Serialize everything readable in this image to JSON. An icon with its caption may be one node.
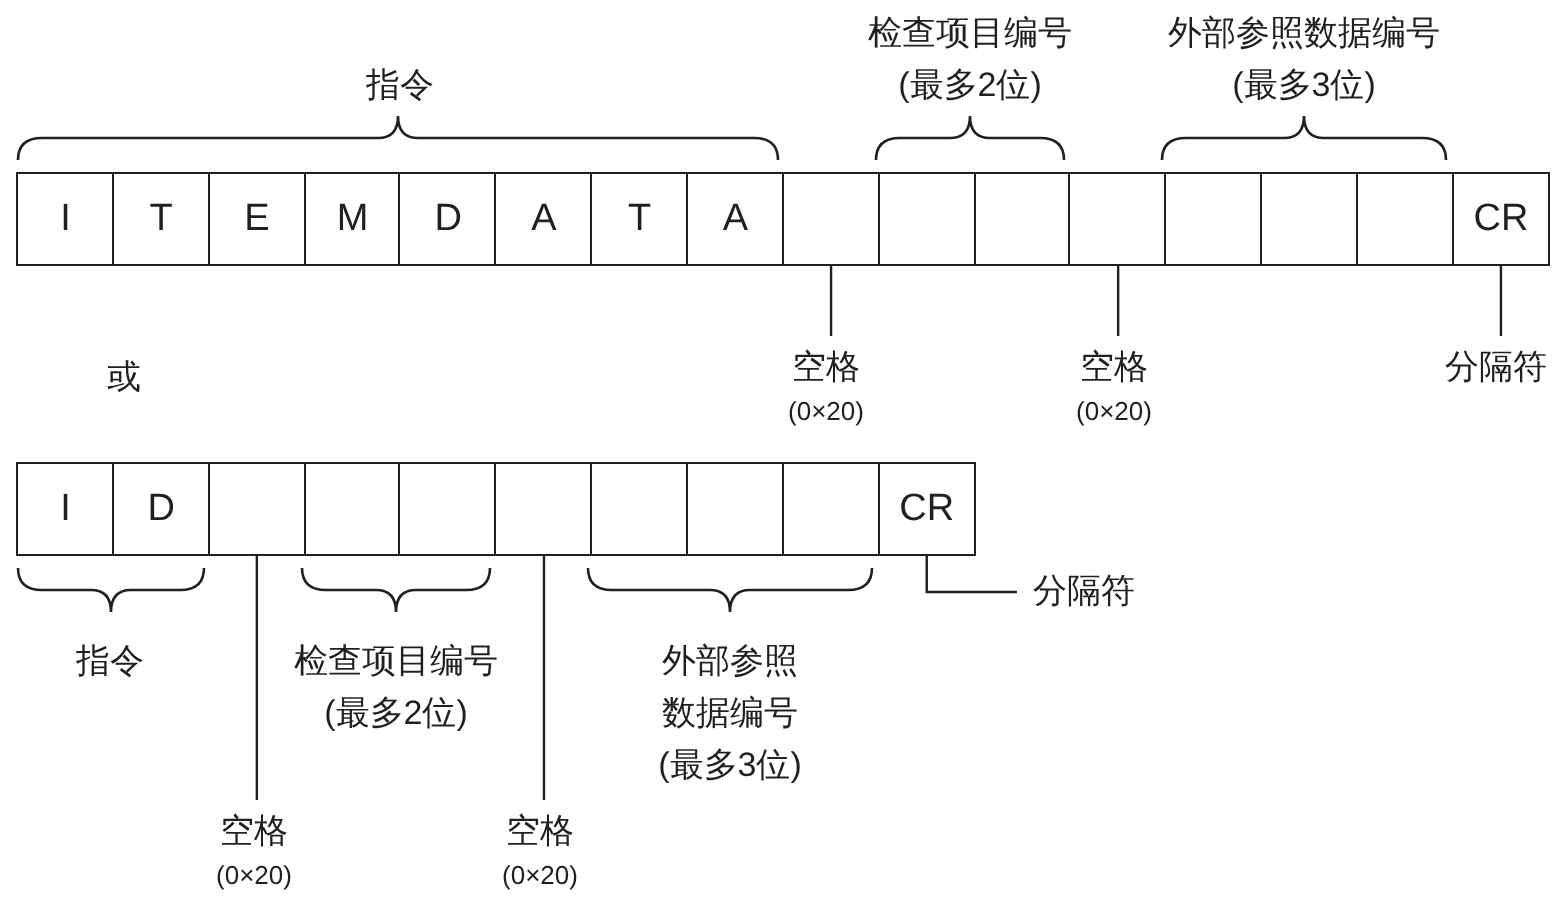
{
  "diagram": {
    "nodes": [
      {
        "text": [
          "I"
        ]
      },
      {
        "text": [
          "T"
        ]
      },
      {
        "text": [
          "E"
        ]
      },
      {
        "text": [
          "M"
        ]
      },
      {
        "text": [
          "D"
        ]
      },
      {
        "text": [
          "A"
        ]
      },
      {
        "text": [
          "T"
        ]
      },
      {
        "text": [
          "A"
        ]
      },
      {
        "text": [],
        "shape": "box"
      },
      {
        "text": [],
        "shape": "box"
      },
      {
        "text": [],
        "shape": "box"
      },
      {
        "text": [],
        "shape": "box"
      },
      {
        "text": [],
        "shape": "box"
      },
      {
        "text": [],
        "shape": "box"
      },
      {
        "text": [],
        "shape": "box"
      },
      {
        "text": [
          "CR"
        ]
      },
      {
        "text": [
          "空格",
          "(0×20)"
        ]
      },
      {
        "text": [
          "空格",
          "(0×20)"
        ]
      },
      {
        "text": [
          "分隔符"
        ]
      },
      {
        "text": [
          "I"
        ]
      },
      {
        "text": [
          "D"
        ]
      },
      {
        "text": [],
        "shape": "box"
      },
      {
        "text": [],
        "shape": "box"
      },
      {
        "text": [],
        "shape": "box"
      },
      {
        "text": [],
        "shape": "box"
      },
      {
        "text": [],
        "shape": "box"
      },
      {
        "text": [],
        "shape": "box"
      },
      {
        "text": [],
        "shape": "box"
      },
      {
        "text": [
          "CR"
        ]
      },
      {
        "text": [
          "分隔符"
        ]
      },
      {
        "text": [
          "空格",
          "(0×20)"
        ]
      },
      {
        "text": [
          "空格",
          "(0×20)"
        ]
      }
    ],
    "edges": [
      {
        "from": 16,
        "to": 8,
        "arrow": "none"
      },
      {
        "from": 17,
        "to": 11,
        "arrow": "none"
      },
      {
        "from": 18,
        "to": 15,
        "arrow": "none"
      },
      {
        "from": 29,
        "to": 28,
        "arrow": "none"
      },
      {
        "from": 30,
        "to": 21,
        "arrow": "none"
      },
      {
        "from": 31,
        "to": 24,
        "arrow": "none"
      }
    ],
    "labels": [
      "指令",
      "检查项目编号",
      "(最多2位)",
      "外部参照数据编号",
      "(最多3位)",
      "或",
      "指令",
      "检查项目编号",
      "(最多2位)",
      "外部参照数据编号",
      "(最多3位)"
    ]
  }
}
